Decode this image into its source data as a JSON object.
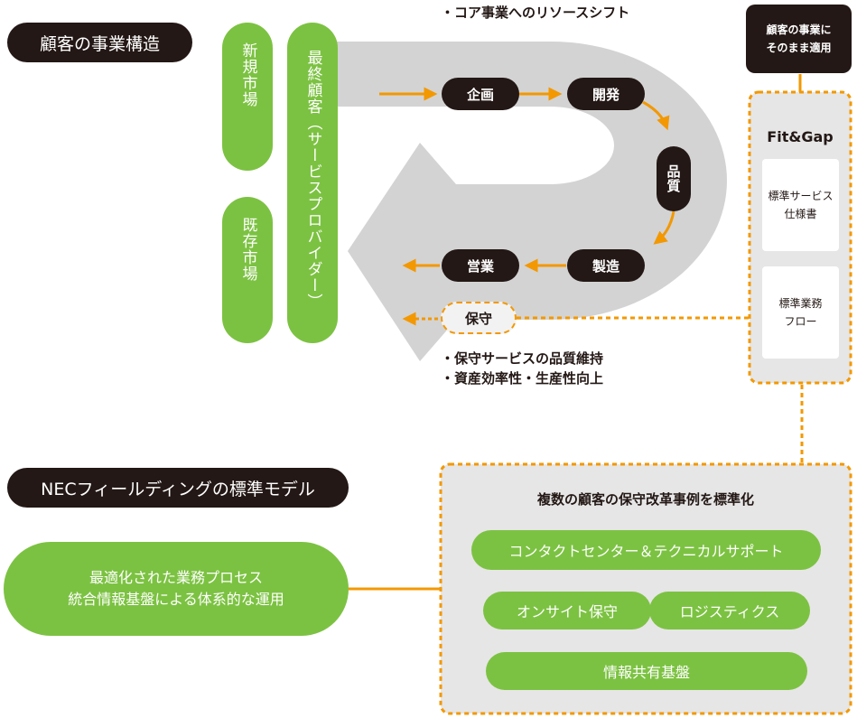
{
  "section1_title": "顧客の事業構造",
  "section2_title": "NECフィールディングの標準モデル",
  "market_new": "新規市場",
  "market_existing": "既存市場",
  "end_customer": "最終顧客（サービスプロバイダー）",
  "core_note": "・コア事業へのリソースシフト",
  "steps": {
    "plan": "企画",
    "develop": "開発",
    "quality": "品質",
    "manufacture": "製造",
    "sales": "営業",
    "maintenance": "保守"
  },
  "maintenance_notes": [
    "・保守サービスの品質維持",
    "・資産効率性・生産性向上"
  ],
  "apply_box": [
    "顧客の事業に",
    "そのまま適用"
  ],
  "fitgap": {
    "title": "Fit&Gap",
    "card1": [
      "標準サービス",
      "仕様書"
    ],
    "card2": [
      "標準業務",
      "フロー"
    ]
  },
  "optimized": [
    "最適化された業務プロセス",
    "統合情報基盤による体系的な運用"
  ],
  "standard_box": {
    "title": "複数の顧客の保守改革事例を標準化",
    "contact": "コンタクトセンター＆テクニカルサポート",
    "onsite": "オンサイト保守",
    "logistics": "ロジスティクス",
    "info": "情報共有基盤"
  },
  "colors": {
    "green": "#7cc242",
    "dark": "#231815",
    "orange": "#f39800",
    "gray": "#d3d3d3",
    "box_gray": "#e6e6e6"
  }
}
